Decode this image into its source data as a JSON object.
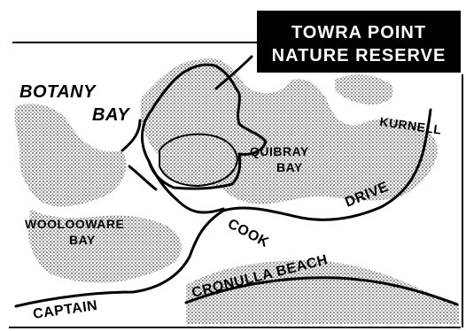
{
  "map": {
    "callout": {
      "line1": "TOWRA POINT",
      "line2": "NATURE RESERVE"
    },
    "labels": {
      "botany_1": "BOTANY",
      "botany_2": "BAY",
      "kurnell": "KURNELL",
      "quibray_1": "QUIBRAY",
      "quibray_2": "BAY",
      "woolooware_1": "WOOLOOWARE",
      "woolooware_2": "BAY",
      "cook": "COOK",
      "drive": "DRIVE",
      "cronulla": "CRONULLA BEACH",
      "captain": "CAPTAIN"
    },
    "colors": {
      "ink": "#000000",
      "paper": "#ffffff",
      "stipple": "#9a9a9a"
    }
  }
}
